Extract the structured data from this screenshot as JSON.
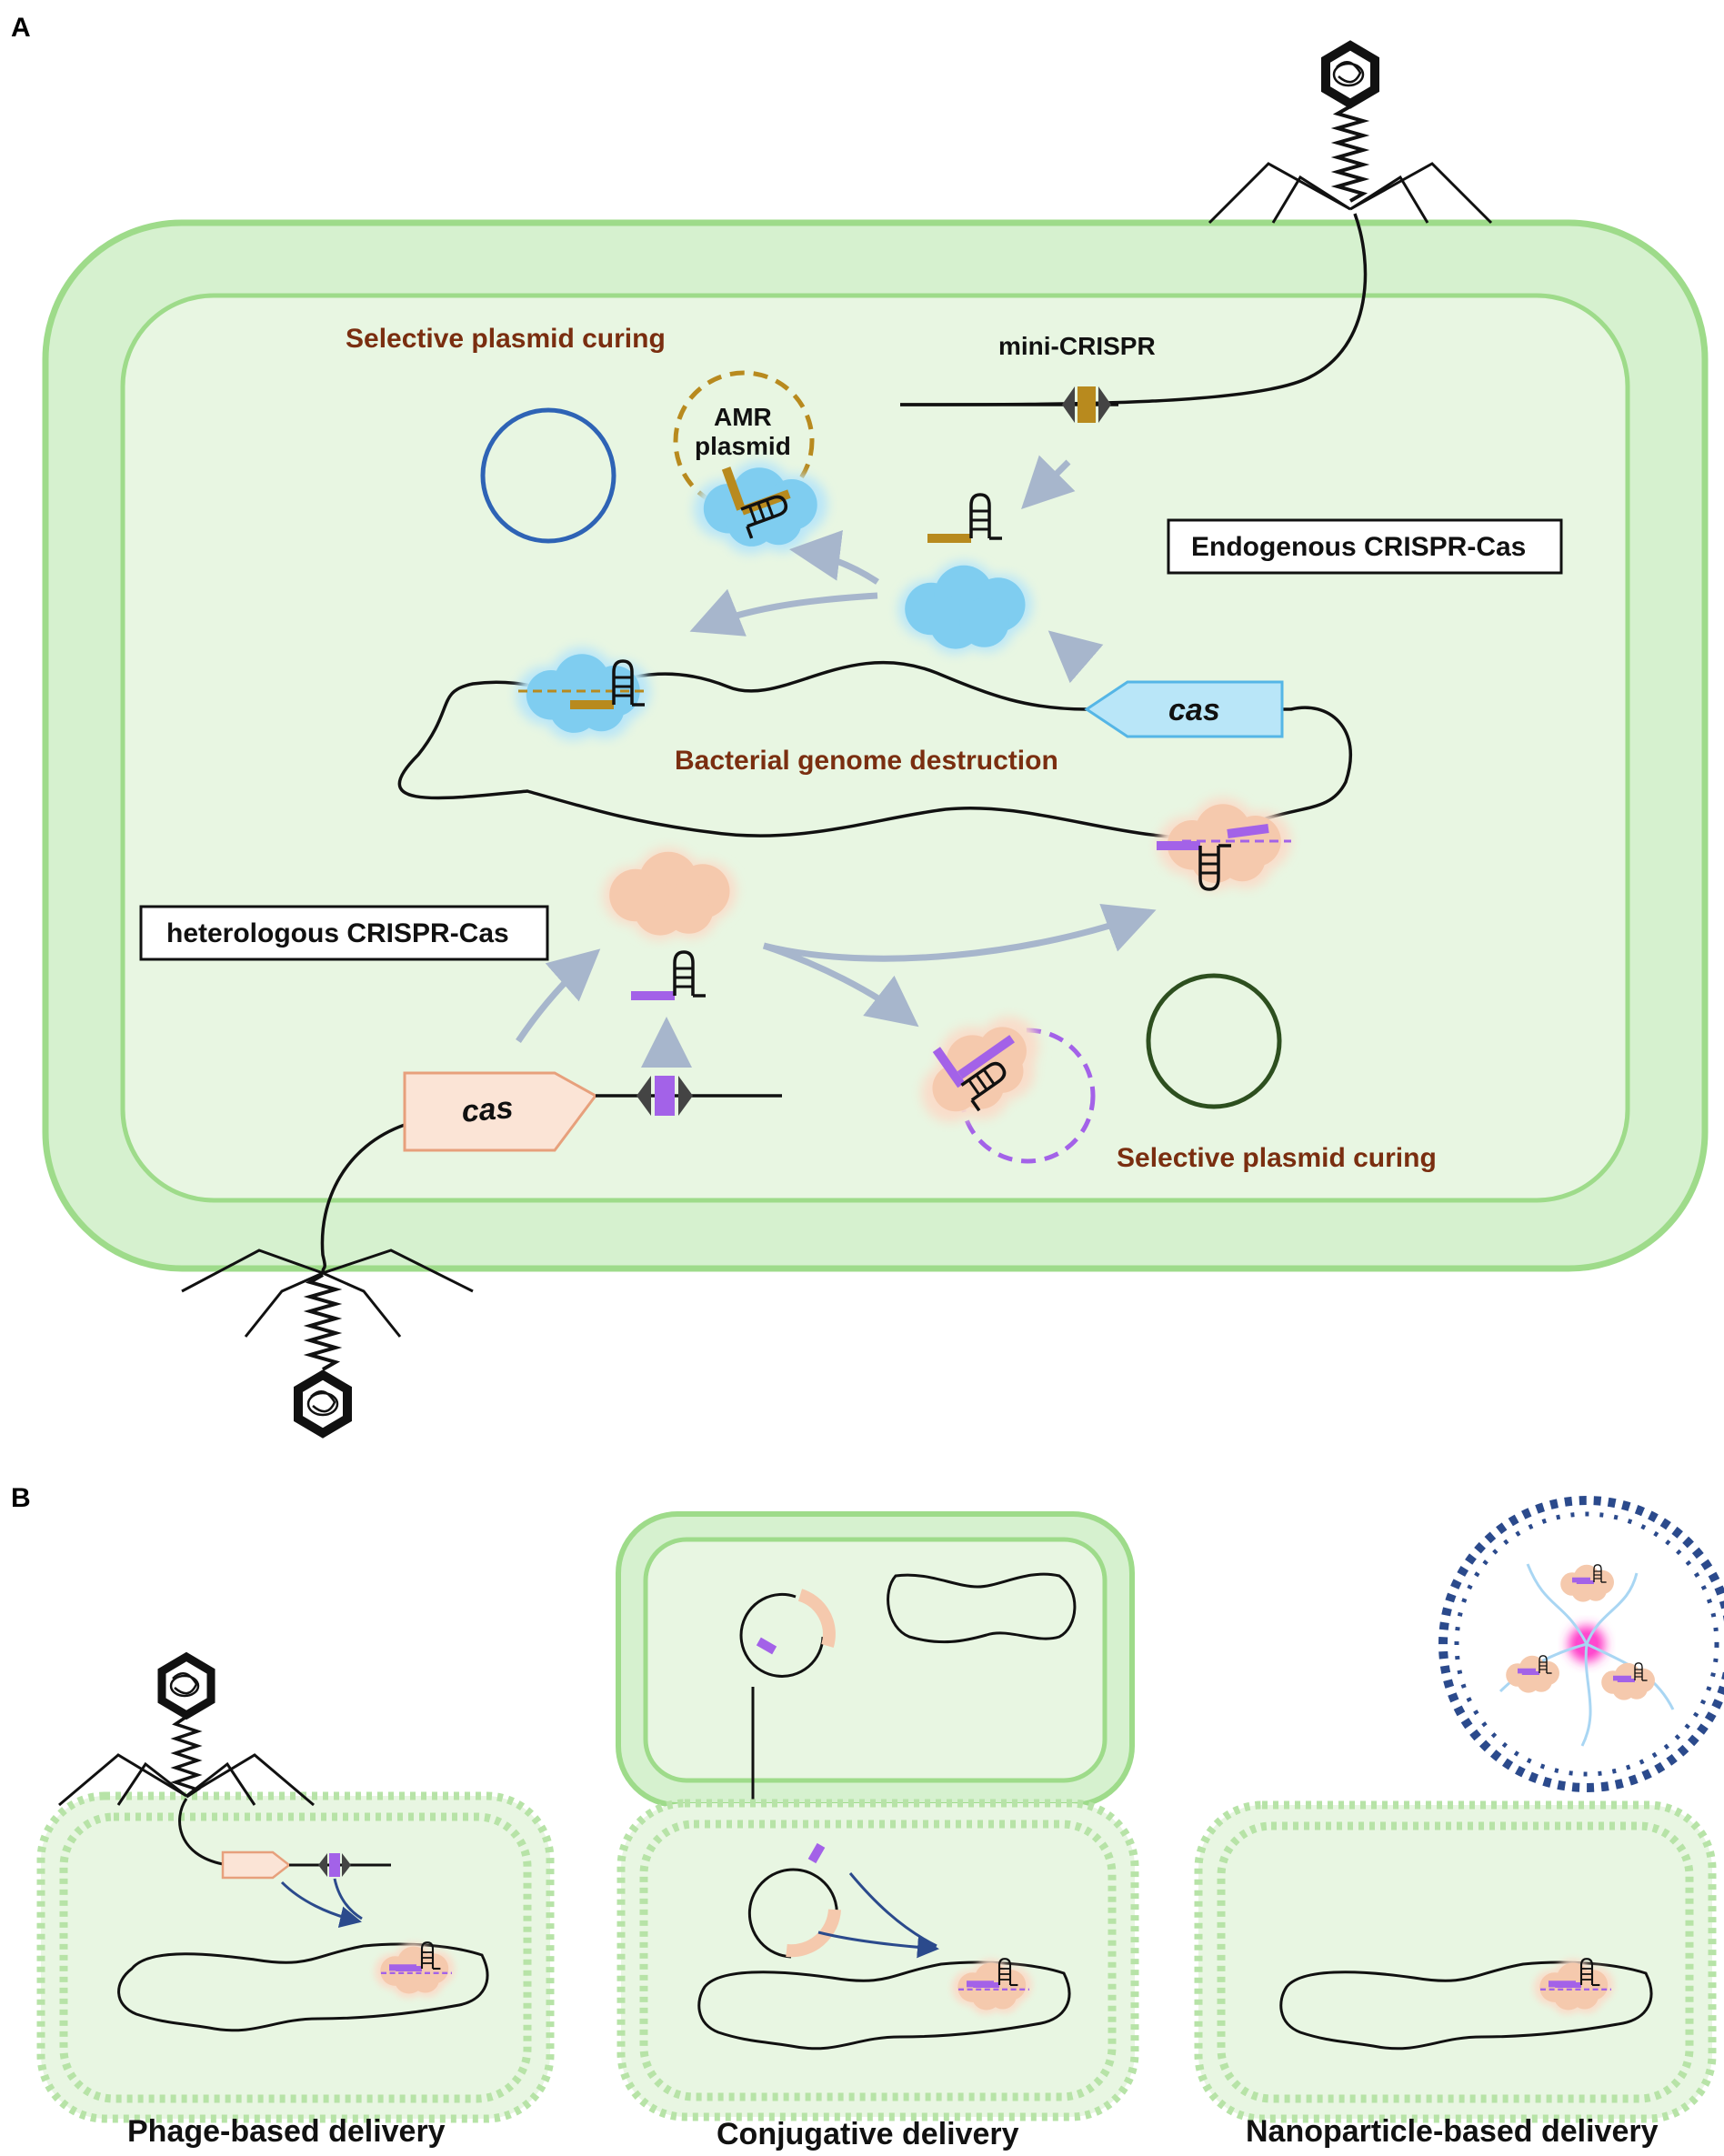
{
  "panels": {
    "a": "A",
    "b": "B"
  },
  "panel_a": {
    "selective_plasmid_curing_top": "Selective plasmid curing",
    "mini_crispr": "mini-CRISPR",
    "amr_plasmid_line1": "AMR",
    "amr_plasmid_line2": "plasmid",
    "endogenous": "Endogenous CRISPR-Cas",
    "cas_top": "cas",
    "bacterial_genome_destruction": "Bacterial genome destruction",
    "heterologous": "heterologous CRISPR-Cas",
    "cas_bottom": "cas",
    "selective_plasmid_curing_bottom": "Selective plasmid curing"
  },
  "panel_b": {
    "phage_caption": "Phage-based delivery",
    "conjugative_caption": "Conjugative delivery",
    "nanoparticle_caption": "Nanoparticle-based delivery"
  },
  "colors": {
    "cell_outer": "#d6f1cf",
    "cell_stroke": "#9edb8a",
    "cell_inner": "#e8f6e2",
    "cas_endogenous": "#7fcdf0",
    "cas_heterologous": "#f5c9ad",
    "spacer_gold": "#b88a1e",
    "spacer_purple": "#a362e8",
    "arrow_grey": "#a7b6cc",
    "arrow_blue": "#2b4a8c",
    "plasmid_blue": "#2e63b5",
    "plasmid_green": "#2d4f1f"
  }
}
